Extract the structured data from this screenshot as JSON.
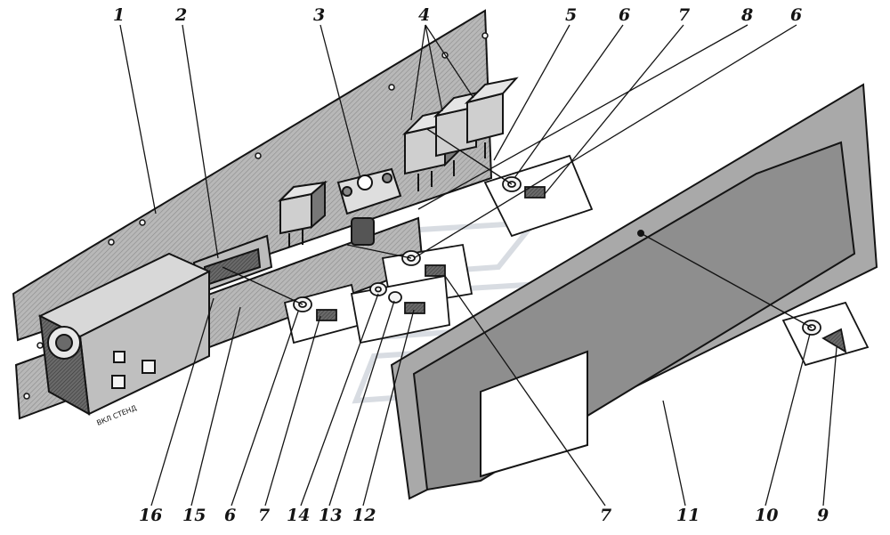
{
  "callouts": {
    "top": [
      "1",
      "2",
      "3",
      "4",
      "5",
      "6",
      "7",
      "8",
      "6"
    ],
    "bottom": [
      "16",
      "15",
      "6",
      "7",
      "14",
      "13",
      "12",
      "7",
      "11",
      "10",
      "9"
    ]
  },
  "mounting_block_labels": {
    "stamp": "ВКЛ СТЕНД"
  },
  "colors": {
    "ink": "#141414",
    "panel_fill": "#c9c9c9",
    "cover_fill": "#8e8e8e",
    "dark_fill": "#4a4a4a",
    "watermark": "#bfc6cf"
  }
}
